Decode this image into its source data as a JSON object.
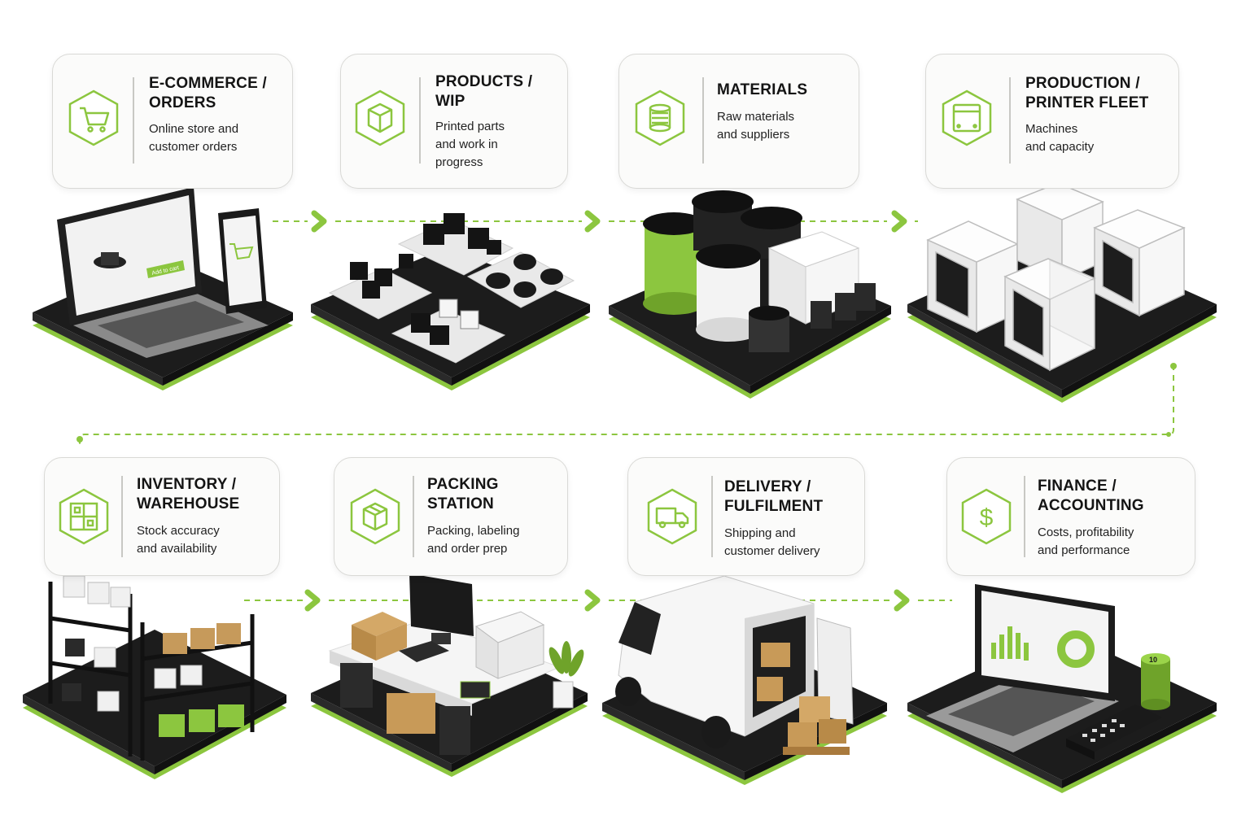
{
  "colors": {
    "accent": "#8cc63f",
    "dark": "#1a1a1a",
    "card_border": "#d9d9d6"
  },
  "steps": [
    {
      "title": "E-COMMERCE /\nORDERS",
      "desc": "Online store and\ncustomer orders",
      "icon": "cart-icon",
      "scene": "laptop-phone-store"
    },
    {
      "title": "PRODUCTS /\nWIP",
      "desc": "Printed parts\nand work in\nprogress",
      "icon": "box-icon",
      "scene": "printed-parts-trays"
    },
    {
      "title": "MATERIALS",
      "desc": "Raw materials\nand suppliers",
      "icon": "spool-icon",
      "scene": "filament-spools"
    },
    {
      "title": "PRODUCTION /\nPRINTER FLEET",
      "desc": "Machines\nand capacity",
      "icon": "printer-icon",
      "scene": "printer-fleet"
    },
    {
      "title": "INVENTORY /\nWAREHOUSE",
      "desc": "Stock accuracy\nand availability",
      "icon": "warehouse-icon",
      "scene": "warehouse-shelves"
    },
    {
      "title": "PACKING\nSTATION",
      "desc": "Packing, labeling\nand order prep",
      "icon": "package-icon",
      "scene": "packing-desk"
    },
    {
      "title": "DELIVERY /\nFULFILMENT",
      "desc": "Shipping and\ncustomer delivery",
      "icon": "truck-icon",
      "scene": "delivery-van"
    },
    {
      "title": "FINANCE /\nACCOUNTING",
      "desc": "Costs, profitability\nand performance",
      "icon": "dollar-icon",
      "scene": "finance-laptop"
    }
  ],
  "scene_text": {
    "store_button": "Add to cart",
    "coin_label": "10"
  }
}
